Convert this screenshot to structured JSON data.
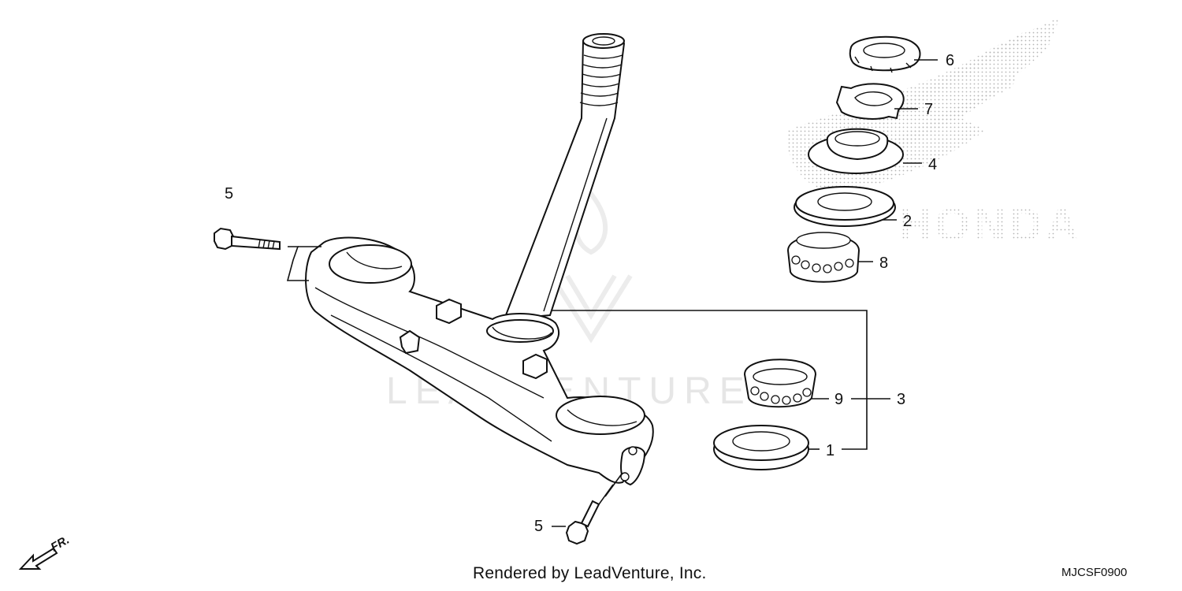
{
  "diagram": {
    "callouts": [
      {
        "id": "c6",
        "text": "6"
      },
      {
        "id": "c7",
        "text": "7"
      },
      {
        "id": "c4",
        "text": "4"
      },
      {
        "id": "c2",
        "text": "2"
      },
      {
        "id": "c8",
        "text": "8"
      },
      {
        "id": "c9",
        "text": "9"
      },
      {
        "id": "c3",
        "text": "3"
      },
      {
        "id": "c1",
        "text": "1"
      },
      {
        "id": "c5a",
        "text": "5"
      },
      {
        "id": "c5b",
        "text": "5"
      }
    ],
    "direction_marker": "FR.",
    "watermark_text": "LEADVENTURE",
    "background_brand": "HONDA"
  },
  "footer": {
    "credit": "Rendered by LeadVenture, Inc.",
    "code": "MJCSF0900"
  }
}
